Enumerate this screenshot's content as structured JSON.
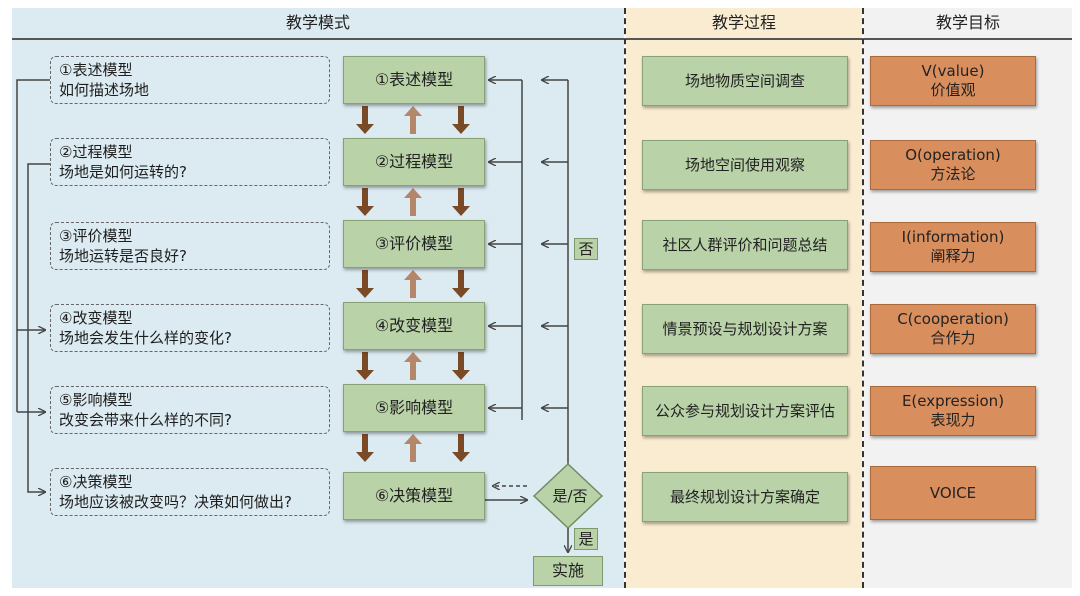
{
  "headers": {
    "mode": "教学模式",
    "process": "教学过程",
    "goal": "教学目标"
  },
  "questions": [
    {
      "title": "①表述模型",
      "text": "如何描述场地"
    },
    {
      "title": "②过程模型",
      "text": "场地是如何运转的?"
    },
    {
      "title": "③评价模型",
      "text": "场地运转是否良好?"
    },
    {
      "title": "④改变模型",
      "text": "场地会发生什么样的变化?"
    },
    {
      "title": "⑤影响模型",
      "text": "改变会带来什么样的不同?"
    },
    {
      "title": "⑥决策模型",
      "text": "场地应该被改变吗？决策如何做出?"
    }
  ],
  "models": [
    "①表述模型",
    "②过程模型",
    "③评价模型",
    "④改变模型",
    "⑤影响模型",
    "⑥决策模型"
  ],
  "processes": [
    "场地物质空间调查",
    "场地空间使用观察",
    "社区人群评价和问题总结",
    "情景预设与规划设计方案",
    "公众参与规划设计方案评估",
    "最终规划设计方案确定"
  ],
  "goals": [
    {
      "line1": "V(value)",
      "line2": "价值观"
    },
    {
      "line1": "O(operation)",
      "line2": "方法论"
    },
    {
      "line1": "I(information)",
      "line2": "阐释力"
    },
    {
      "line1": "C(cooperation)",
      "line2": "合作力"
    },
    {
      "line1": "E(expression)",
      "line2": "表现力"
    },
    {
      "line1": "VOICE",
      "line2": ""
    }
  ],
  "decision": {
    "label": "是/否",
    "no": "否",
    "yes": "是",
    "implement": "实施"
  },
  "colors": {
    "green_box": "#b9d2a8",
    "orange_box": "#d98e5d",
    "down_arrow": "#7a4a26",
    "up_arrow": "#b5876a",
    "mode_bg": "#dcebf1",
    "process_bg": "#faecd0"
  }
}
